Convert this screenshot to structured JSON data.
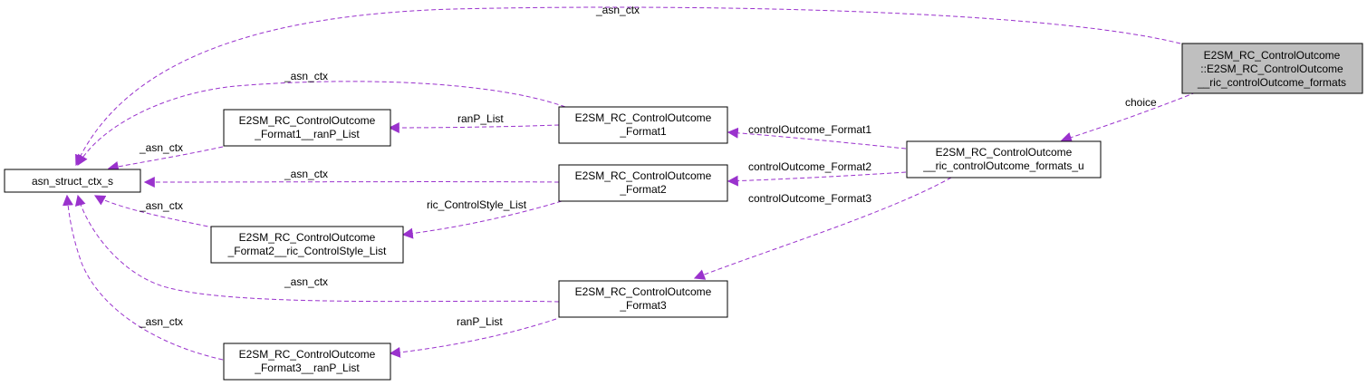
{
  "colors": {
    "edge": "#9a32cd",
    "focus_fill": "#bfbfbf",
    "node_border": "#000000"
  },
  "nodes": {
    "ctx": {
      "lines": [
        "asn_struct_ctx_s"
      ]
    },
    "outcome_formats": {
      "lines": [
        "E2SM_RC_ControlOutcome",
        "::E2SM_RC_ControlOutcome",
        "__ric_controlOutcome_formats"
      ]
    },
    "formats_u": {
      "lines": [
        "E2SM_RC_ControlOutcome",
        "__ric_controlOutcome_formats_u"
      ]
    },
    "format1": {
      "lines": [
        "E2SM_RC_ControlOutcome",
        "_Format1"
      ]
    },
    "format2": {
      "lines": [
        "E2SM_RC_ControlOutcome",
        "_Format2"
      ]
    },
    "format3": {
      "lines": [
        "E2SM_RC_ControlOutcome",
        "_Format3"
      ]
    },
    "format1_ranp": {
      "lines": [
        "E2SM_RC_ControlOutcome",
        "_Format1__ranP_List"
      ]
    },
    "format2_style": {
      "lines": [
        "E2SM_RC_ControlOutcome",
        "_Format2__ric_ControlStyle_List"
      ]
    },
    "format3_ranp": {
      "lines": [
        "E2SM_RC_ControlOutcome",
        "_Format3__ranP_List"
      ]
    }
  },
  "edges": {
    "top_ctx": "_asn_ctx",
    "f1_ctx": "_asn_ctx",
    "f1ranp_ctx": "_asn_ctx",
    "f2_ctx": "_asn_ctx",
    "f2style_ctx": "_asn_ctx",
    "f3_ctx": "_asn_ctx",
    "f3ranp_ctx": "_asn_ctx",
    "choice": "choice",
    "cof1": "controlOutcome_Format1",
    "cof2": "controlOutcome_Format2",
    "cof3": "controlOutcome_Format3",
    "f1_ranp": "ranP_List",
    "f2_style": "ric_ControlStyle_List",
    "f3_ranp": "ranP_List"
  }
}
